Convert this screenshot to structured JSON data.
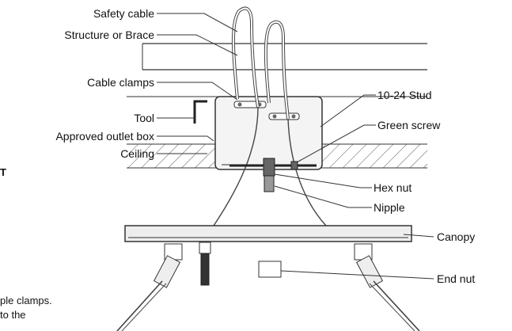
{
  "labels": {
    "safety_cable": "Safety cable",
    "structure_or_brace": "Structure or Brace",
    "cable_clamps": "Cable clamps",
    "tool": "Tool",
    "approved_outlet_box": "Approved outlet box",
    "ceiling": "Ceiling",
    "stud": "10-24 Stud",
    "green_screw": "Green screw",
    "hex_nut": "Hex nut",
    "nipple": "Nipple",
    "canopy": "Canopy",
    "end_nut": "End nut"
  },
  "fragments": {
    "left_bold_letter": "T",
    "bottom_line_1": "ple clamps.",
    "bottom_line_2": "to the"
  },
  "colors": {
    "line": "#333333",
    "text": "#111111",
    "hatch": "#555555",
    "canopy_fill": "#eeeeee",
    "box_fill": "#f4f4f4",
    "hardware_fill": "#666666"
  }
}
